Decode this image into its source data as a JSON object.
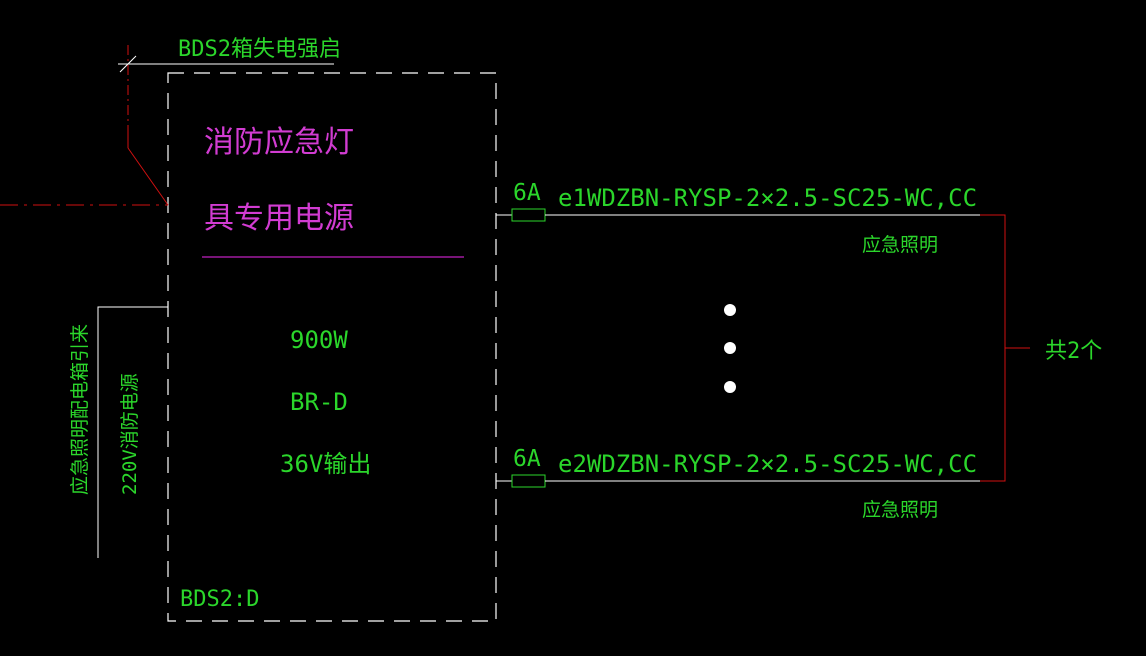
{
  "colors": {
    "background": "#000000",
    "frame": "#ffffff",
    "text_green": "#2bd62b",
    "text_magenta": "#d23cd2",
    "magenta_line": "#c020c0",
    "red_line": "#d01010"
  },
  "header": {
    "box_ref": "BDS2箱失电强启"
  },
  "box": {
    "title_line1": "消防应急灯",
    "title_line2": "具专用电源",
    "power": "900W",
    "model": "BR-D",
    "output": "36V输出",
    "label": "BDS2:D"
  },
  "source": {
    "line1": "应急照明配电箱引来",
    "line2": "220V消防电源"
  },
  "circuits": [
    {
      "breaker": "6A",
      "cable": "e1WDZBN-RYSP-2×2.5-SC25-WC,CC",
      "usage": "应急照明"
    },
    {
      "breaker": "6A",
      "cable": "e2WDZBN-RYSP-2×2.5-SC25-WC,CC",
      "usage": "应急照明"
    }
  ],
  "total": {
    "label": "共2个"
  },
  "icons": {
    "continuation": "vertical-ellipsis-dots"
  }
}
